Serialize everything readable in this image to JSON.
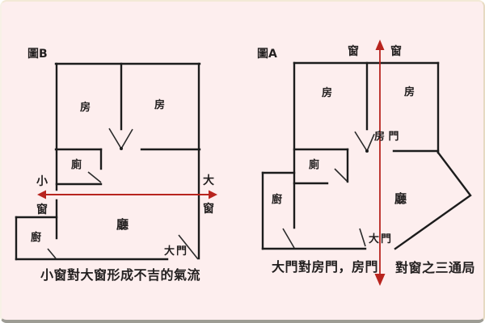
{
  "colors": {
    "background": "#fdeeee",
    "wall": "#1c1c1c",
    "text": "#221f1f",
    "arrow_red": "#b8241e"
  },
  "diagram_b": {
    "title": "圖B",
    "caption": "小窗對大窗形成不吉的氣流",
    "rooms": {
      "bedroom_left": "房",
      "bedroom_right": "房",
      "toilet": "廁",
      "hall": "廳",
      "kitchen": "廚"
    },
    "labels": {
      "small_window": "小\n窗",
      "big_window": "大\n窗",
      "main_door": "大門"
    }
  },
  "diagram_a": {
    "title": "圖A",
    "caption_before_arrow": "大門對房門，房門",
    "caption_after_arrow": "對窗之三通局",
    "rooms": {
      "bedroom_left": "房",
      "bedroom_right": "房",
      "toilet": "廁",
      "hall": "廳",
      "kitchen": "廚"
    },
    "labels": {
      "window_left": "窗",
      "window_right": "窗",
      "room_door": "房 門",
      "main_door": "大門"
    }
  }
}
